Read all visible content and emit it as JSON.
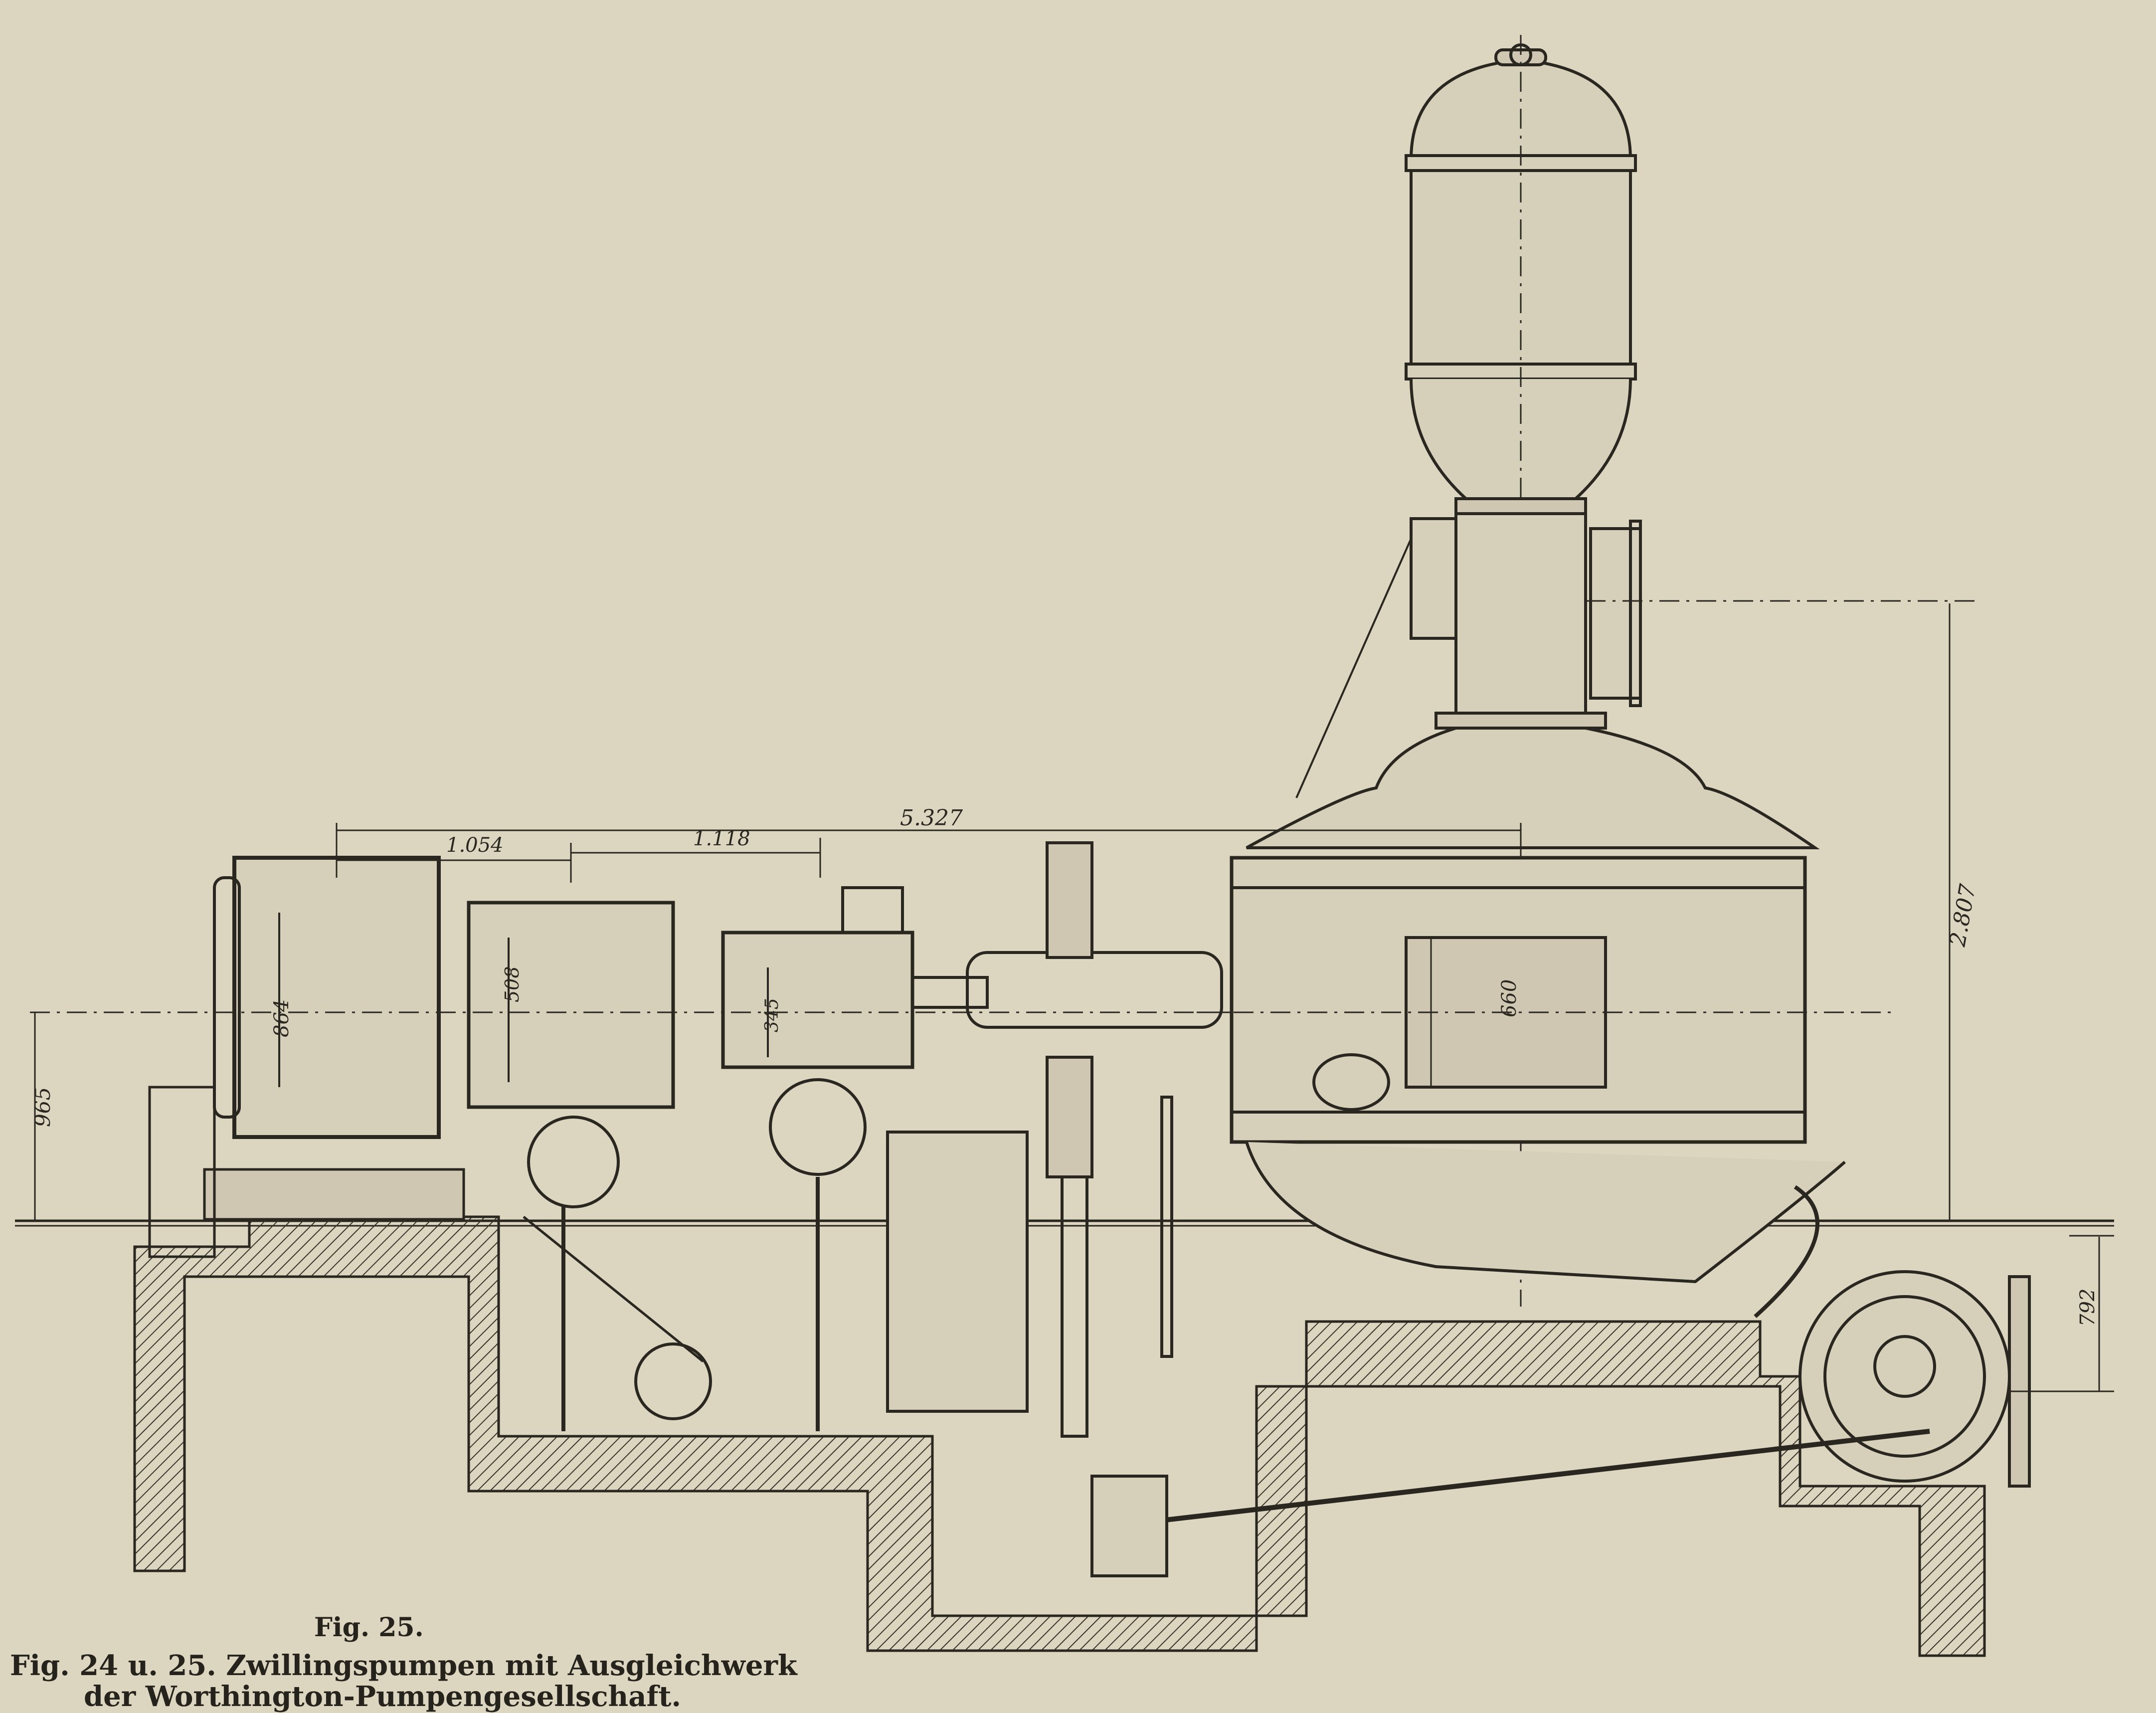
{
  "figure": {
    "label": "Fig. 25.",
    "caption_line1": "Fig. 24 u. 25.  Zwillingspumpen mit Ausgleichwerk",
    "caption_line2": "der Worthington-Pumpengesellschaft."
  },
  "dimensions": {
    "overall": "5.327",
    "left_section": "1.054",
    "middle_section": "1.118",
    "total_height": "2.807",
    "axis_height": "965",
    "outlet_height": "792",
    "cyl_large": "864",
    "cyl_medium": "508",
    "cyl_small": "345",
    "pump_plunger": "660"
  },
  "colors": {
    "paper": "#dcd5c0",
    "ink": "#2a2620"
  }
}
